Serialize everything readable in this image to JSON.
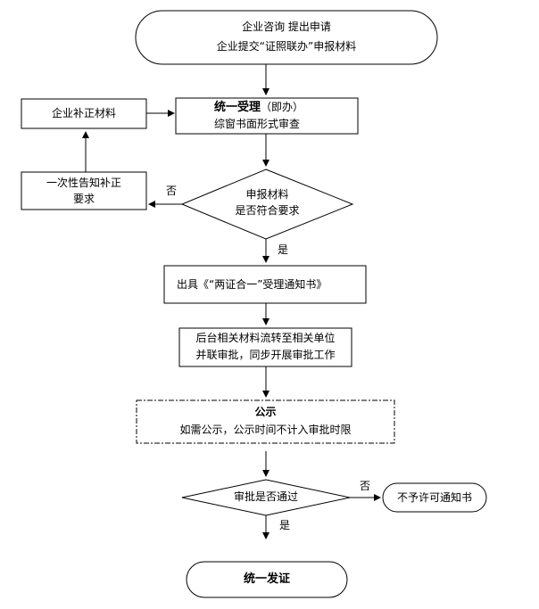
{
  "flowchart": {
    "start": {
      "line1": "企业咨询  提出申请",
      "line2": "企业提交“证照联办”申报材料"
    },
    "accept": {
      "title": "统一受理",
      "suffix": "（即办）",
      "line2": "综窗书面形式审查"
    },
    "correct": {
      "label": "企业补正材料"
    },
    "notify_correct": {
      "line1": "一次性告知补正",
      "line2": "要求"
    },
    "decision1": {
      "line1": "申报材料",
      "line2": "是否符合要求",
      "no": "否",
      "yes": "是"
    },
    "issue": {
      "label": "出具《“两证合一”受理通知书》"
    },
    "parallel": {
      "line1": "后台相关材料流转至相关单位",
      "line2": "并联审批，同步开展审批工作"
    },
    "publicity": {
      "title": "公示",
      "line2": "如需公示，公示时间不计入审批时限"
    },
    "decision2": {
      "label": "审批是否通过",
      "no": "否",
      "yes": "是"
    },
    "reject": {
      "label": "不予许可通知书"
    },
    "end": {
      "label": "统一发证"
    }
  }
}
